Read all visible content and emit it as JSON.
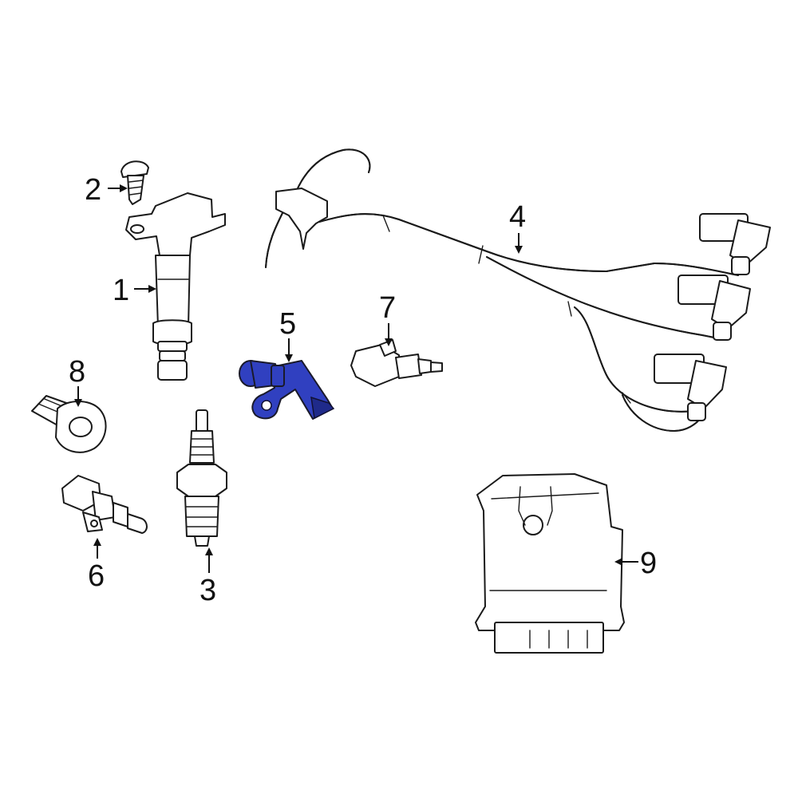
{
  "callouts": {
    "c1": "1",
    "c2": "2",
    "c3": "3",
    "c4": "4",
    "c5": "5",
    "c6": "6",
    "c7": "7",
    "c8": "8",
    "c9": "9"
  },
  "highlight_color": "#3040c0",
  "highlighted_callout": "5"
}
